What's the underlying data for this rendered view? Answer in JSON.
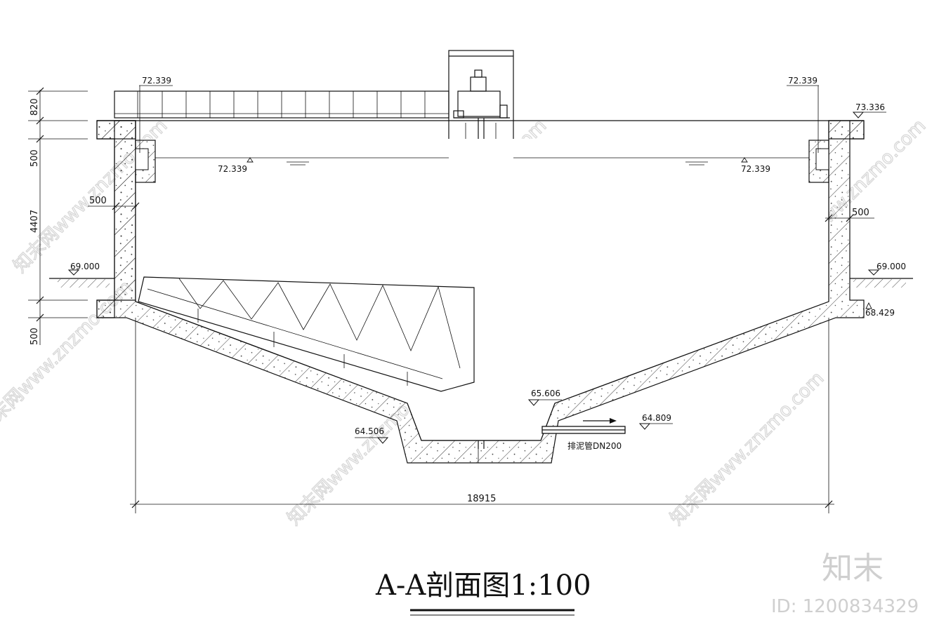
{
  "drawing": {
    "title": "A-A剖面图1:100",
    "elevations": {
      "top_of_wall_right": "73.336",
      "weir_left": "72.339",
      "weir_right": "72.339",
      "water_level_left": "72.339",
      "water_level_right": "72.339",
      "ground_left": "69.000",
      "ground_right": "69.000",
      "wall_base_right": "68.429",
      "cone_top": "65.606",
      "sump_bottom": "64.506",
      "pipe": "64.809"
    },
    "dimensions": {
      "d820": "820",
      "d500_top": "500",
      "d4407": "4407",
      "d500_bottom": "500",
      "wall_thickness_left": "500",
      "wall_thickness_right": "500",
      "overall_width": "18915"
    },
    "pipe_label": "排泥管DN200",
    "watermark": {
      "text": "知末网www.znzmo.com",
      "brand": "知末",
      "id": "ID: 1200834329"
    }
  }
}
